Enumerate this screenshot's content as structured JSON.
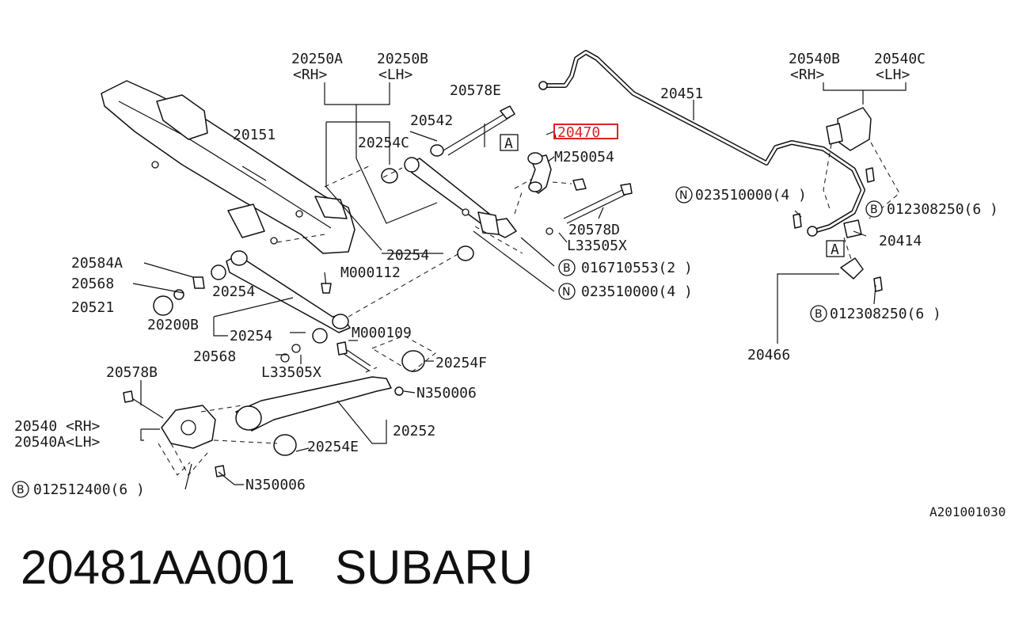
{
  "diagram": {
    "ref_code": "A201001030",
    "highlight_color": "#dd2222",
    "labels": {
      "p20250A": "20250A",
      "p20250B": "20250B",
      "rh1": "<RH>",
      "lh1": "<LH>",
      "p20578E": "20578E",
      "p20542": "20542",
      "p20254C": "20254C",
      "p20151": "20151",
      "p20470": "20470",
      "pM250054": "M250054",
      "p20451": "20451",
      "p20540B": "20540B",
      "p20540C": "20540C",
      "rh2": "<RH>",
      "lh2": "<LH>",
      "n023510000a": "023510000(4 )",
      "b012308250a": "012308250(6 )",
      "p20414": "20414",
      "p20578D": "20578D",
      "pL33505Xa": "L33505X",
      "p20254a": "20254",
      "pM000112": "M000112",
      "b016710553": "016710553(2 )",
      "n023510000b": "023510000(4 )",
      "p20584A": "20584A",
      "p20568a": "20568",
      "p20254b": "20254",
      "p20521": "20521",
      "p20200B": "20200B",
      "p20254c": "20254",
      "pM000109": "M000109",
      "p20568b": "20568",
      "pL33505Xb": "L33505X",
      "p20254F": "20254F",
      "b012308250b": "012308250(6 )",
      "p20466": "20466",
      "p20578B": "20578B",
      "pN350006a": "N350006",
      "p20540rh": "20540 <RH>",
      "p20540Alh": "20540A<LH>",
      "p20252": "20252",
      "p20254E": "20254E",
      "b012512400": "012512400(6 )",
      "pN350006b": "N350006",
      "boxA1": "A",
      "boxA2": "A",
      "circleB": "B",
      "circleN": "N"
    }
  },
  "footer": {
    "part_number": "20481AA001",
    "brand": "SUBARU"
  }
}
